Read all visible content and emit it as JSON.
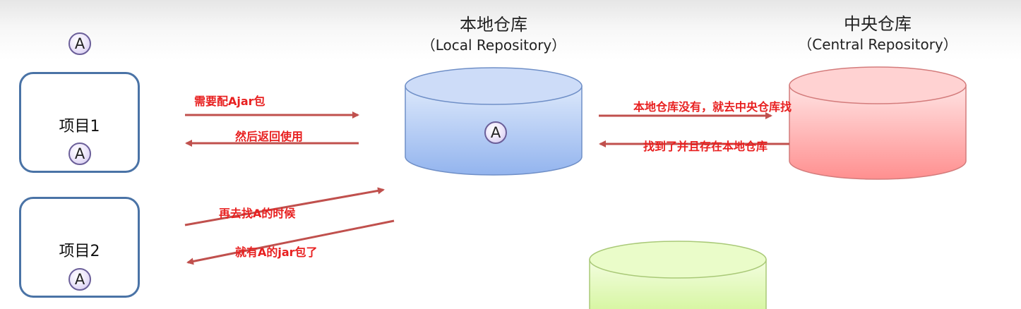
{
  "local_repo": {
    "title": "本地仓库",
    "subtitle": "（Local Repository）"
  },
  "central_repo": {
    "title": "中央仓库",
    "subtitle": "（Central Repository）"
  },
  "projects": [
    {
      "label": "项目1"
    },
    {
      "label": "项目2"
    }
  ],
  "artifact_badge": "A",
  "arrows": {
    "request_jar": "需要配Ajar包",
    "return_use": "然后返回使用",
    "fetch_from_central": "本地仓库没有，就去中央仓库找",
    "store_locally": "找到了并且存在本地仓库",
    "search_again": "再去找A的时候",
    "already_has_jar": "就有A的jar包了"
  },
  "colors": {
    "arrow": "#c0504d",
    "arrow_label": "#e82020",
    "project_border": "#4a73a6",
    "local_repo_fill": "#a7c3f2",
    "central_repo_fill": "#ff9f9f",
    "third_repo_fill": "#ddf7a8"
  }
}
